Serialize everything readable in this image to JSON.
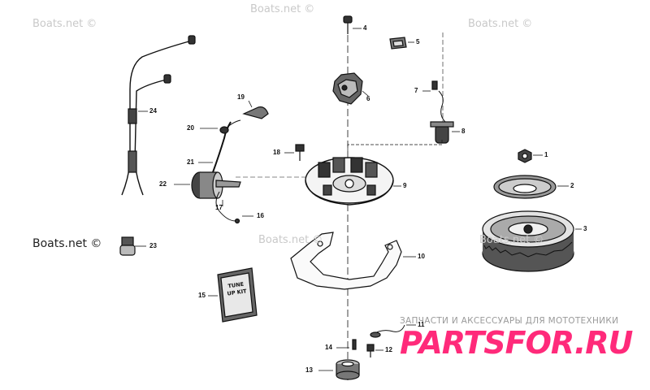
{
  "watermarks": [
    {
      "id": "wm1",
      "text": "Boats.net ©"
    },
    {
      "id": "wm2",
      "text": "Boats.net ©"
    },
    {
      "id": "wm3",
      "text": "Boats.net ©"
    },
    {
      "id": "wm4",
      "text": "Boats.net ©"
    },
    {
      "id": "wm5",
      "text": "Boats.net ©"
    },
    {
      "id": "wm6",
      "text": "Boats.net ©"
    }
  ],
  "brand": {
    "subtitle": "ЗАПЧАСТИ И АКСЕССУАРЫ ДЛЯ МОТОТЕХНИКИ",
    "logo": "PARTSFOR.RU",
    "color": "#ff2a7a"
  },
  "tune_up_kit_text": "TUNE UP KIT",
  "callouts": [
    "1",
    "2",
    "3",
    "4",
    "5",
    "6",
    "7",
    "8",
    "9",
    "10",
    "11",
    "12",
    "13",
    "14",
    "15",
    "16",
    "17",
    "18",
    "19",
    "20",
    "21",
    "22",
    "23",
    "24"
  ]
}
